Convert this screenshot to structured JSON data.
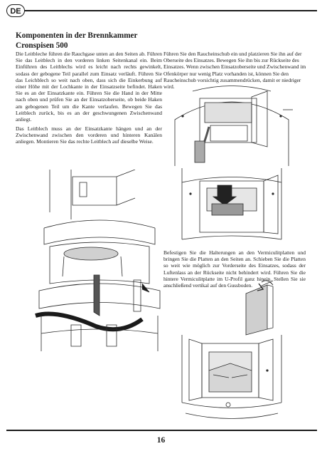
{
  "header": {
    "lang_badge": "DE"
  },
  "section": {
    "title_line1": "Komponenten in der Brennkammer",
    "title_line2": "Cronspisen 500"
  },
  "left_column": {
    "para1": "Die Leitbleche führen die Rauchgase unten an den Seiten ab. Führen Sie das Leitblech in den vorderen linken Seitenkanal ein. Beim Einführen des Leitblechs wird es leicht nach rechts gewinkelt, sodass der gebogene Teil parallel zum Einsatz verläuft. Führen Sie das Leichblech so weit nach oben, dass sich die Einkerbung auf einer Höhe mit der Lochkante in der Einsatzseite befindet. Haken Sie es an der Einsatzkante ein. Führen Sie die Hand in der Mitte nach oben und prüfen Sie an der Einsatzoberseite, ob beide Haken am gebogenen Teil um die Kante verlaufen. Bewegen Sie das Leitblech zurück, bis es an der geschwungenen Zwischenwand anliegt.",
    "para2": "Das Leitblech muss an der Einsatzkante hängen und an der Zwischenwand zwischen den vorderen und hinteren Kanälen anliegen. Montieren Sie das rechte Leitblech auf dieselbe Weise."
  },
  "right_column": {
    "para1": "Führen Sie den Raucheinschub ein und platzieren Sie ihn auf der Oberseite des Einsatzes. Bewegen Sie ihn bis zur Rückseite des Einsatzes. Wenn zwischen Einsatzoberseite und Zwischenwand im Ofenkörper nur wenig Platz vorhanden ist, können Sie den Raucheinschub vorsichtig zusammendrücken, damit er niedriger wird.",
    "para2": "Befestigen Sie die Halterungen an den Vermiculitplatten und bringen Sie die Platten an den Seiten an. Schieben Sie die Platten so weit wie möglich zur Vorderseite des Einsatzes, sodass der Luftenlass an der Rückseite nicht behindert wird. Führen Sie die hintere Vermiculitplatte im U-Profil ganz hinein. Stellen Sie sie anschließend vertikal auf den Gussboden."
  },
  "footer": {
    "page_number": "16"
  },
  "figures": [
    {
      "icon": "stove-baffle-installation-illustration"
    },
    {
      "icon": "stove-smoke-insert-top-illustration"
    },
    {
      "icon": "stove-smoke-insert-arrow-illustration"
    },
    {
      "icon": "vermiculite-plate-bracket-illustration"
    },
    {
      "icon": "stove-vermiculite-plates-illustration"
    }
  ]
}
